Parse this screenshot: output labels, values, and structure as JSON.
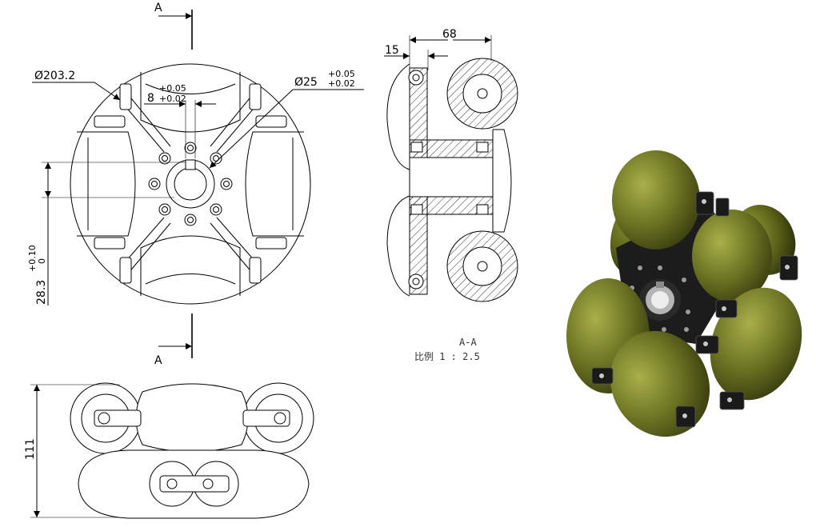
{
  "front_view": {
    "diameter_label": "Ø203.2",
    "bore_label": "Ø25",
    "bore_tol_upper": "+0.05",
    "bore_tol_lower": "+0.02",
    "key_width": "8",
    "key_tol_upper": "+0.05",
    "key_tol_lower": "+0.02",
    "keyway_depth": "28.3",
    "keyway_tol_upper": "+0.10",
    "keyway_tol_lower": "0",
    "section_mark": "A"
  },
  "section_view": {
    "overall_width": "68",
    "plate_offset": "15",
    "title": "A-A",
    "scale": "比例 1 : 2.5"
  },
  "top_view": {
    "height": "111"
  },
  "render": {
    "roller_color": "#6b7222",
    "hub_color": "#1c1c1c"
  }
}
